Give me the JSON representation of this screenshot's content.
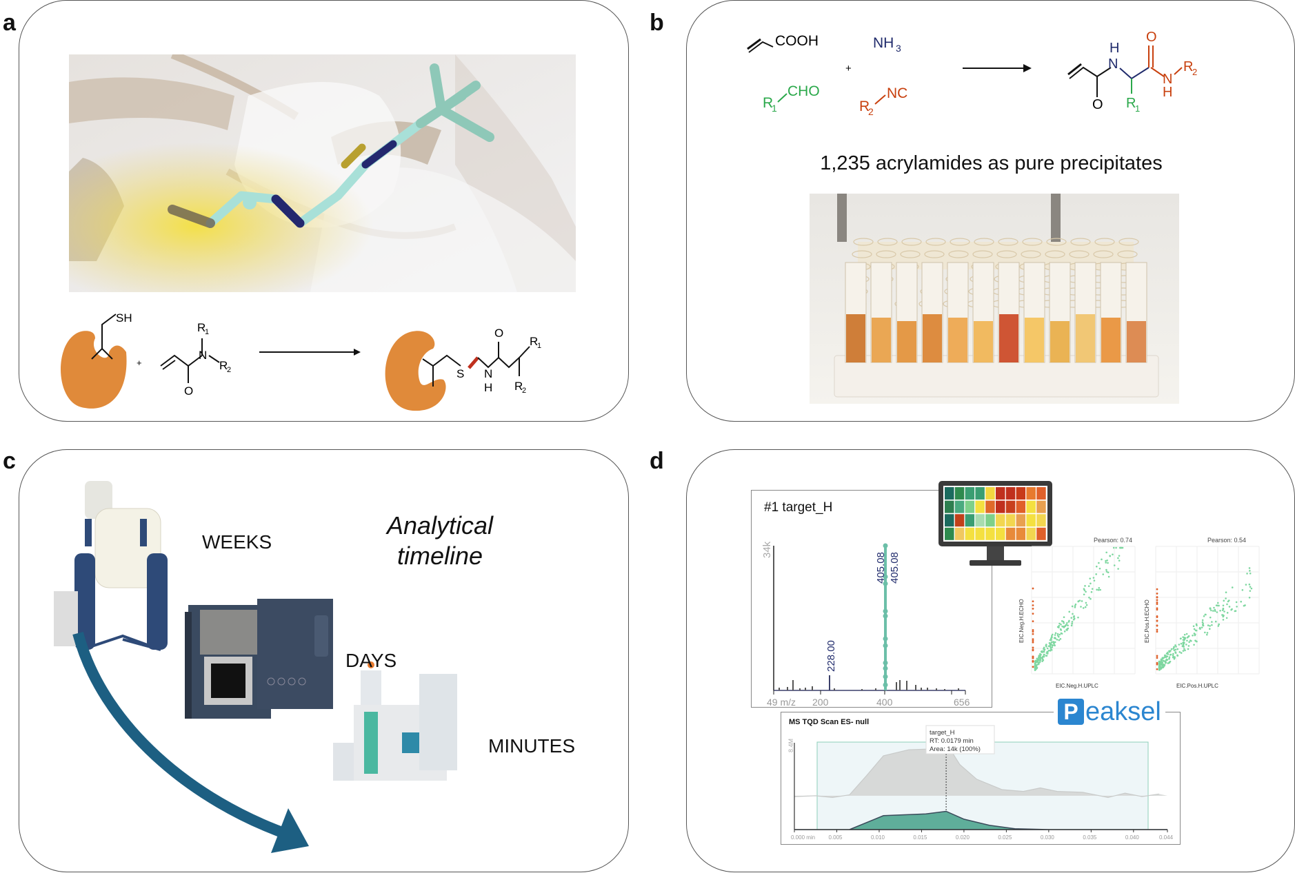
{
  "panels": {
    "a": {
      "label": "a",
      "reaction": {
        "reactant1_group": "SH",
        "plus": "+",
        "reactant2_r1": "R",
        "reactant2_r1_sub": "1",
        "reactant2_n": "N",
        "reactant2_r2": "R",
        "reactant2_r2_sub": "2",
        "reactant2_o": "O",
        "product_s": "S",
        "product_o": "O",
        "product_n": "N",
        "product_h": "H",
        "product_r1": "R",
        "product_r1_sub": "1",
        "product_r2": "R",
        "product_r2_sub": "2"
      },
      "colors": {
        "protein": "#e08a3a",
        "ligand": "#a8e0d8",
        "nitrogen": "#23286e",
        "sulfur": "#b8a030",
        "bond_highlight": "#c0301e"
      }
    },
    "b": {
      "label": "b",
      "reagents": {
        "acid": "COOH",
        "ammonia": "NH",
        "ammonia_sub": "3",
        "aldehyde_r": "R",
        "aldehyde_r_sub": "1",
        "aldehyde": "CHO",
        "isocyanide_r": "R",
        "isocyanide_r_sub": "2",
        "isocyanide": "NC",
        "plus": "+"
      },
      "product": {
        "h_top": "H",
        "n_top": "N",
        "o_left": "O",
        "o_right": "O",
        "n_right": "N",
        "h_right": "H",
        "r1": "R",
        "r1_sub": "1",
        "r2": "R",
        "r2_sub": "2"
      },
      "caption": "1,235 acrylamides as pure precipitates",
      "colors": {
        "green": "#2aa84a",
        "red": "#c8400e",
        "navy": "#1f2a6b"
      }
    },
    "c": {
      "label": "c",
      "title_line1": "Analytical",
      "title_line2": "timeline",
      "steps": [
        "WEEKS",
        "DAYS",
        "MINUTES"
      ],
      "arrow_color": "#1d5f82"
    },
    "d": {
      "label": "d",
      "spectrum": {
        "title": "#1 target_H",
        "y_max_label": "34k",
        "x_ticks": [
          "49 m/z",
          "200",
          "400",
          "656"
        ],
        "peak_labels": [
          "228.00",
          "405.08",
          "405.08"
        ],
        "color_highlight": "#6cbfa8",
        "color_line": "#3a3f6a"
      },
      "heatmap": {
        "rows": [
          [
            "#1b6a5e",
            "#2e8a4e",
            "#3a9e72",
            "#3a9e72",
            "#f2d640",
            "#c0301e",
            "#c0301e",
            "#c83a1a",
            "#e87a2e",
            "#e0602a"
          ],
          [
            "#2e7e50",
            "#4aaa80",
            "#7ed08a",
            "#f4e040",
            "#e06a2a",
            "#c0301e",
            "#c8401e",
            "#e0602a",
            "#f4e040",
            "#e8a050"
          ],
          [
            "#1b6a5e",
            "#c0401a",
            "#3a9e72",
            "#a8dcb0",
            "#7ed08a",
            "#f2d650",
            "#f2d650",
            "#e8a050",
            "#f4e040",
            "#f2d650"
          ],
          [
            "#2e8a4e",
            "#f0c860",
            "#f4e040",
            "#f4e040",
            "#f4e040",
            "#f4e040",
            "#e88a3a",
            "#e88a3a",
            "#f2d650",
            "#e0602a"
          ]
        ]
      },
      "scatter1": {
        "annotation": "Pearson: 0.74",
        "xlabel": "EIC.Neg.H.UPLC",
        "ylabel": "EIC.Neg.H.ECHO"
      },
      "scatter2": {
        "annotation": "Pearson: 0.54",
        "xlabel": "EIC.Pos.H.UPLC",
        "ylabel": "EIC.Pos.H.ECHO"
      },
      "chromatogram": {
        "title": "MS TQD Scan ES- null",
        "y_max_label": "8.4M",
        "x_ticks": [
          "0.000 min",
          "0.005",
          "0.010",
          "0.015",
          "0.020",
          "0.025",
          "0.030",
          "0.035",
          "0.040",
          "0.044"
        ],
        "tooltip": {
          "name": "target_H",
          "rt": "RT: 0.0179 min",
          "area": "Area: 14k (100%)"
        },
        "peak_rt": 0.0179,
        "x_max": 0.044,
        "gray_trace": [
          [
            0.0,
            0.38
          ],
          [
            0.0025,
            0.39
          ],
          [
            0.0045,
            0.37
          ],
          [
            0.0065,
            0.4
          ],
          [
            0.0085,
            0.62
          ],
          [
            0.0105,
            0.85
          ],
          [
            0.0135,
            0.92
          ],
          [
            0.0165,
            0.93
          ],
          [
            0.0179,
            1.0
          ],
          [
            0.0195,
            0.75
          ],
          [
            0.0215,
            0.58
          ],
          [
            0.0245,
            0.46
          ],
          [
            0.027,
            0.44
          ],
          [
            0.029,
            0.48
          ],
          [
            0.031,
            0.44
          ],
          [
            0.034,
            0.43
          ],
          [
            0.037,
            0.37
          ],
          [
            0.039,
            0.42
          ],
          [
            0.041,
            0.38
          ],
          [
            0.043,
            0.41
          ]
        ],
        "teal_trace": [
          [
            0.0,
            0.0
          ],
          [
            0.0065,
            0.0
          ],
          [
            0.0105,
            0.16
          ],
          [
            0.0155,
            0.18
          ],
          [
            0.0179,
            0.21
          ],
          [
            0.02,
            0.12
          ],
          [
            0.023,
            0.05
          ],
          [
            0.026,
            0.01
          ],
          [
            0.03,
            0.0
          ],
          [
            0.044,
            0.0
          ]
        ],
        "colors": {
          "teal": "#5fae9a",
          "gray": "#d7d9d8",
          "box": "#8ccfb8"
        }
      },
      "logo": {
        "letter": "P",
        "text": "eaksel",
        "color": "#2b86d0"
      }
    }
  }
}
